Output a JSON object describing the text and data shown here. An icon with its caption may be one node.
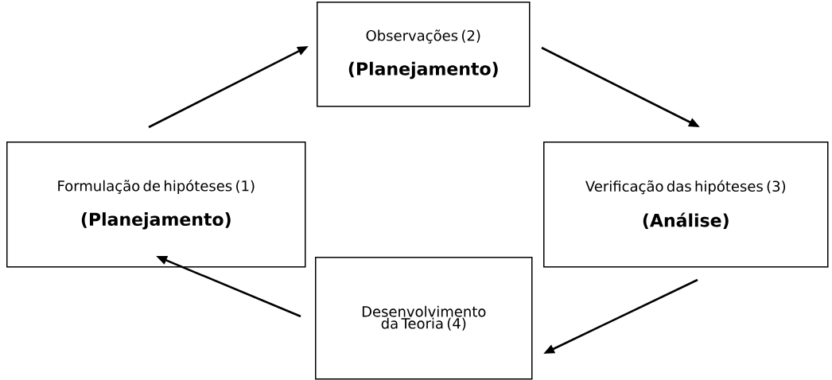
{
  "diagram": {
    "nodes": [
      {
        "text": [
          "Formulação de hipóteses (1)",
          "(Planejamento)"
        ]
      },
      {
        "text": [
          "Observações (2)",
          "(Planejamento)"
        ]
      },
      {
        "text": [
          "Verificação das hipóteses (3)",
          "(Análise)"
        ]
      },
      {
        "text": [
          "Desenvolvimento da Teoria (4)"
        ]
      }
    ],
    "edges": [
      {
        "from": 0,
        "to": 1,
        "arrow": "to"
      },
      {
        "from": 1,
        "to": 2,
        "arrow": "to"
      },
      {
        "from": 2,
        "to": 3,
        "arrow": "to"
      },
      {
        "from": 3,
        "to": 0,
        "arrow": "to"
      }
    ]
  }
}
